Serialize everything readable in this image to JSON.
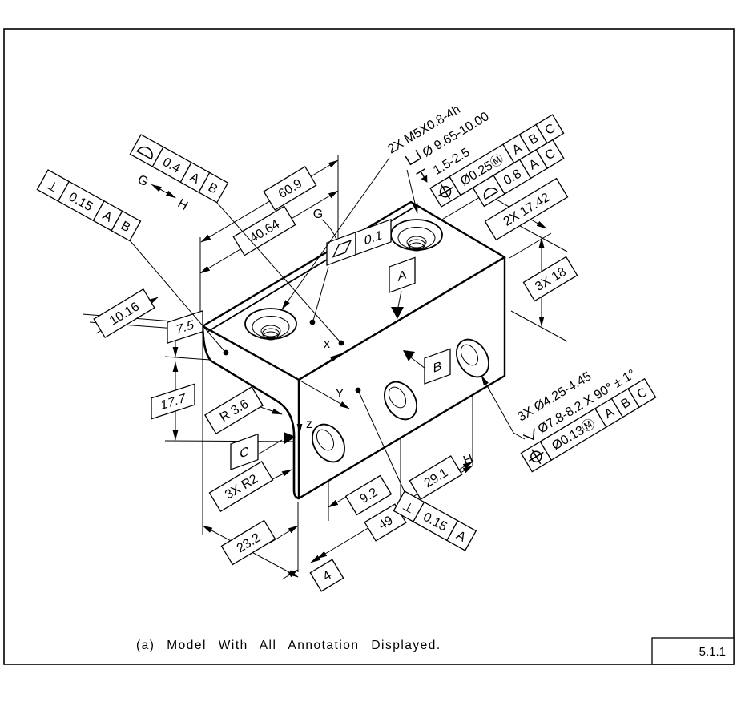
{
  "window": {
    "caption": "(a) Model With All Annotation Displayed.",
    "figure_number": "5.1.1"
  },
  "colors": {
    "ink": "#000000",
    "paper": "#ffffff"
  },
  "axes": {
    "x": "x",
    "y": "Y",
    "z": "z"
  },
  "datums": {
    "a": "A",
    "b": "B",
    "c": "C"
  },
  "points": {
    "g_edge": "G",
    "g": "G",
    "h": "H",
    "h_edge": "H"
  },
  "dims": {
    "d60_9": "60.9",
    "d40_64": "40.64",
    "d10_16": "10.16",
    "d2x17_42": "2X 17.42",
    "d3x18": "3X 18",
    "d7_5": "7.5",
    "d17_7": "17.7",
    "r3_6": "R 3.6",
    "r2": "3X R2",
    "d23_2": "23.2",
    "d9_2": "9.2",
    "d49": "49",
    "d4": "4",
    "d29_1": "29.1"
  },
  "thread_callout": {
    "line1": "2X M5X0.8-4h",
    "line2": "Ø 9.65-10.00",
    "line3": "1.5-2.5",
    "fcf1": {
      "tol": "Ø0.25Ⓜ",
      "d1": "A",
      "d2": "B",
      "d3": "C"
    },
    "fcf2": {
      "tol": "0.8",
      "d1": "A",
      "d2": "C"
    }
  },
  "csk_callout": {
    "line1": "3X Ø4.25-4.45",
    "line2": "Ø7.8-8.2 X 90° ± 1°",
    "fcf": {
      "tol": "Ø0.13Ⓜ",
      "d1": "A",
      "d2": "B",
      "d3": "C"
    }
  },
  "fcf_perp_left": {
    "sym": "⊥",
    "tol": "0.15",
    "d1": "A",
    "d2": "B"
  },
  "fcf_profile_top": {
    "tol": "0.4",
    "d1": "A",
    "d2": "B"
  },
  "fcf_flatness": {
    "tol": "0.1"
  },
  "fcf_perp_bottom": {
    "sym": "⊥",
    "tol": "0.15",
    "d1": "A"
  }
}
